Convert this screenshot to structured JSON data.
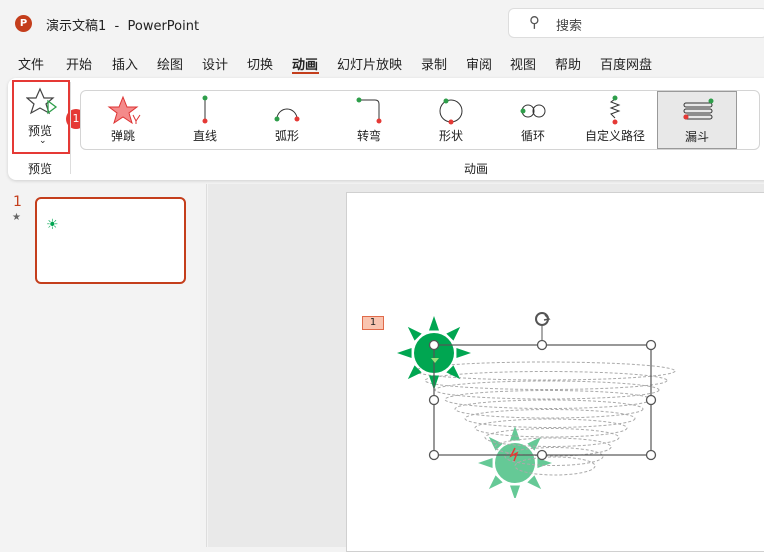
{
  "app": {
    "title": "演示文稿1  -  PowerPoint",
    "search_placeholder": "搜索"
  },
  "menu": [
    {
      "label": "文件"
    },
    {
      "label": "开始"
    },
    {
      "label": "插入"
    },
    {
      "label": "绘图"
    },
    {
      "label": "设计"
    },
    {
      "label": "切换"
    },
    {
      "label": "动画",
      "active": true
    },
    {
      "label": "幻灯片放映"
    },
    {
      "label": "录制"
    },
    {
      "label": "审阅"
    },
    {
      "label": "视图"
    },
    {
      "label": "帮助"
    },
    {
      "label": "百度网盘"
    }
  ],
  "ribbon": {
    "preview_label": "预览",
    "preview_group": "预览",
    "animation_group": "动画",
    "badge": "1",
    "gallery": [
      {
        "label": "弹跳"
      },
      {
        "label": "直线"
      },
      {
        "label": "弧形"
      },
      {
        "label": "转弯"
      },
      {
        "label": "形状"
      },
      {
        "label": "循环"
      },
      {
        "label": "自定义路径"
      },
      {
        "label": "漏斗",
        "selected": true
      }
    ]
  },
  "slides": {
    "number": "1",
    "anim_tag": "1"
  },
  "colors": {
    "accent": "#c43e1c",
    "highlight": "#e53935",
    "green": "#00a651"
  }
}
